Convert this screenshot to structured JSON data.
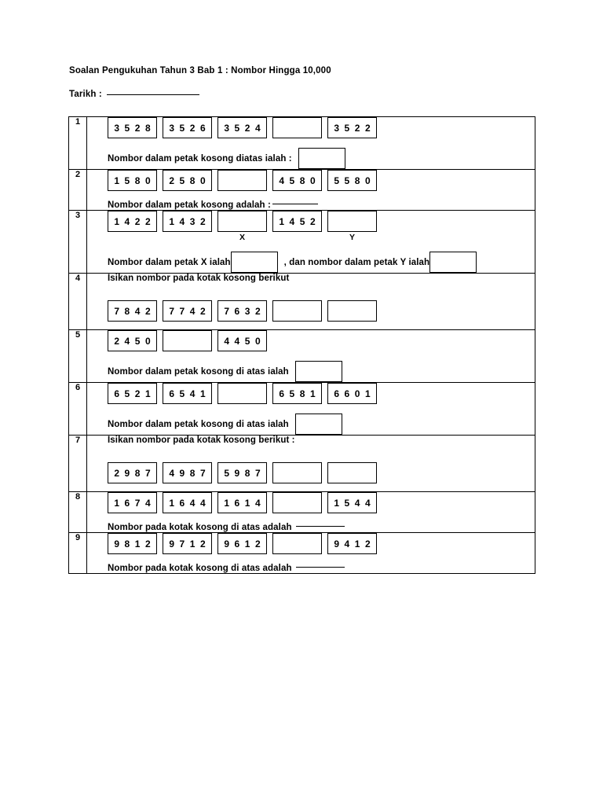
{
  "header": {
    "title": "Soalan Pengukuhan Tahun 3 Bab 1 : Nombor Hingga 10,000",
    "date_label": "Tarikh : "
  },
  "questions": [
    {
      "number": "1",
      "instruction": null,
      "boxes": [
        "3 5 2 8",
        "3 5 2 6",
        "3 5 2 4",
        "",
        "3 5 2 2"
      ],
      "markers": null,
      "answer_text": "Nombor dalam petak kosong diatas ialah :",
      "answer_type": "box"
    },
    {
      "number": "2",
      "instruction": null,
      "boxes": [
        "1 5 8 0",
        "2 5 8 0",
        "",
        "4 5 8 0",
        "5 5 8 0"
      ],
      "markers": null,
      "answer_text": "Nombor dalam petak kosong adalah :",
      "answer_type": "rule"
    },
    {
      "number": "3",
      "instruction": null,
      "boxes": [
        "1 4 2 2",
        "1 4 3 2",
        "",
        "1 4 5 2",
        ""
      ],
      "markers": [
        "",
        "",
        "X",
        "",
        "Y"
      ],
      "answer_text": "Nombor dalam petak X ialah",
      "answer_text_2": ", dan nombor dalam petak Y ialah",
      "answer_type": "two-box"
    },
    {
      "number": "4",
      "instruction": "Isikan nombor pada kotak kosong berikut",
      "boxes": [
        "7 8 4 2",
        "7 7 4 2",
        "7 6 3 2",
        "",
        ""
      ],
      "markers": null,
      "answer_text": null,
      "answer_type": "none"
    },
    {
      "number": "5",
      "instruction": null,
      "boxes": [
        "2 4 5 0",
        "",
        "4 4 5 0"
      ],
      "markers": null,
      "answer_text": "Nombor dalam petak kosong di atas ialah",
      "answer_type": "box"
    },
    {
      "number": "6",
      "instruction": null,
      "boxes": [
        "6 5 2 1",
        "6 5 4 1",
        "",
        "6 5 8 1",
        "6 6 0 1"
      ],
      "markers": null,
      "answer_text": "Nombor dalam petak kosong di atas ialah",
      "answer_type": "box"
    },
    {
      "number": "7",
      "instruction": "Isikan nombor pada kotak kosong berikut :",
      "boxes": [
        "2 9 8 7",
        "4 9 8 7",
        "5 9 8 7",
        "",
        ""
      ],
      "markers": null,
      "answer_text": null,
      "answer_type": "none"
    },
    {
      "number": "8",
      "instruction": null,
      "boxes": [
        "1 6 7 4",
        "1 6 4 4",
        "1 6 1 4",
        "",
        "1 5 4 4"
      ],
      "markers": null,
      "answer_text": "Nombor pada kotak kosong di atas adalah",
      "answer_type": "rule-wide"
    },
    {
      "number": "9",
      "instruction": null,
      "boxes": [
        "9 8 1 2",
        "9 7 1 2",
        "9 6 1 2",
        "",
        "9 4 1 2"
      ],
      "markers": null,
      "answer_text": "Nombor pada kotak kosong di atas adalah",
      "answer_type": "rule-wide"
    }
  ]
}
